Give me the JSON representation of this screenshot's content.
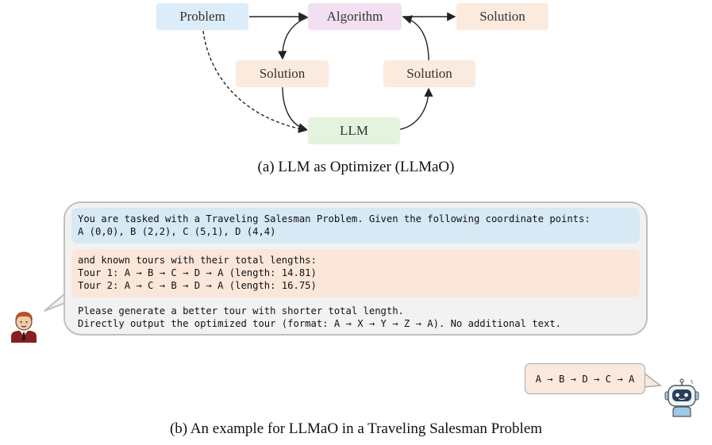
{
  "colors": {
    "problem_fill": "#dcecf8",
    "algorithm_fill": "#f2dff2",
    "solution_fill": "#fbeade",
    "llm_fill": "#e3f3de",
    "prompt_blue": "#d6e9f5",
    "prompt_peach": "#fbe6da",
    "bubble_fill": "#f2f2f2",
    "reply_fill": "#fbe9dd"
  },
  "diagram": {
    "problem": "Problem",
    "algorithm": "Algorithm",
    "solution_out": "Solution",
    "solution_left": "Solution",
    "solution_right": "Solution",
    "llm": "LLM"
  },
  "caption_a": "(a) LLM as Optimizer (LLMaO)",
  "prompt": {
    "task_line1": "You are tasked with a Traveling Salesman Problem. Given the following coordinate points:",
    "task_line2": "A (0,0), B (2,2), C (5,1), D (4,4)",
    "tours_intro": "and known tours with their total lengths:",
    "tour1": "Tour 1: A → B → C → D → A (length: 14.81)",
    "tour2": "Tour 2: A → C → B → D → A (length: 16.75)",
    "instruction1": "Please generate a better tour with shorter total length.",
    "instruction2": "Directly output the optimized tour (format: A → X → Y → Z → A). No additional text."
  },
  "reply": "A → B → D → C → A",
  "caption_b": "(b) An example for LLMaO in a Traveling Salesman Problem",
  "icons": {
    "user": "user-avatar-icon",
    "robot": "robot-icon"
  }
}
